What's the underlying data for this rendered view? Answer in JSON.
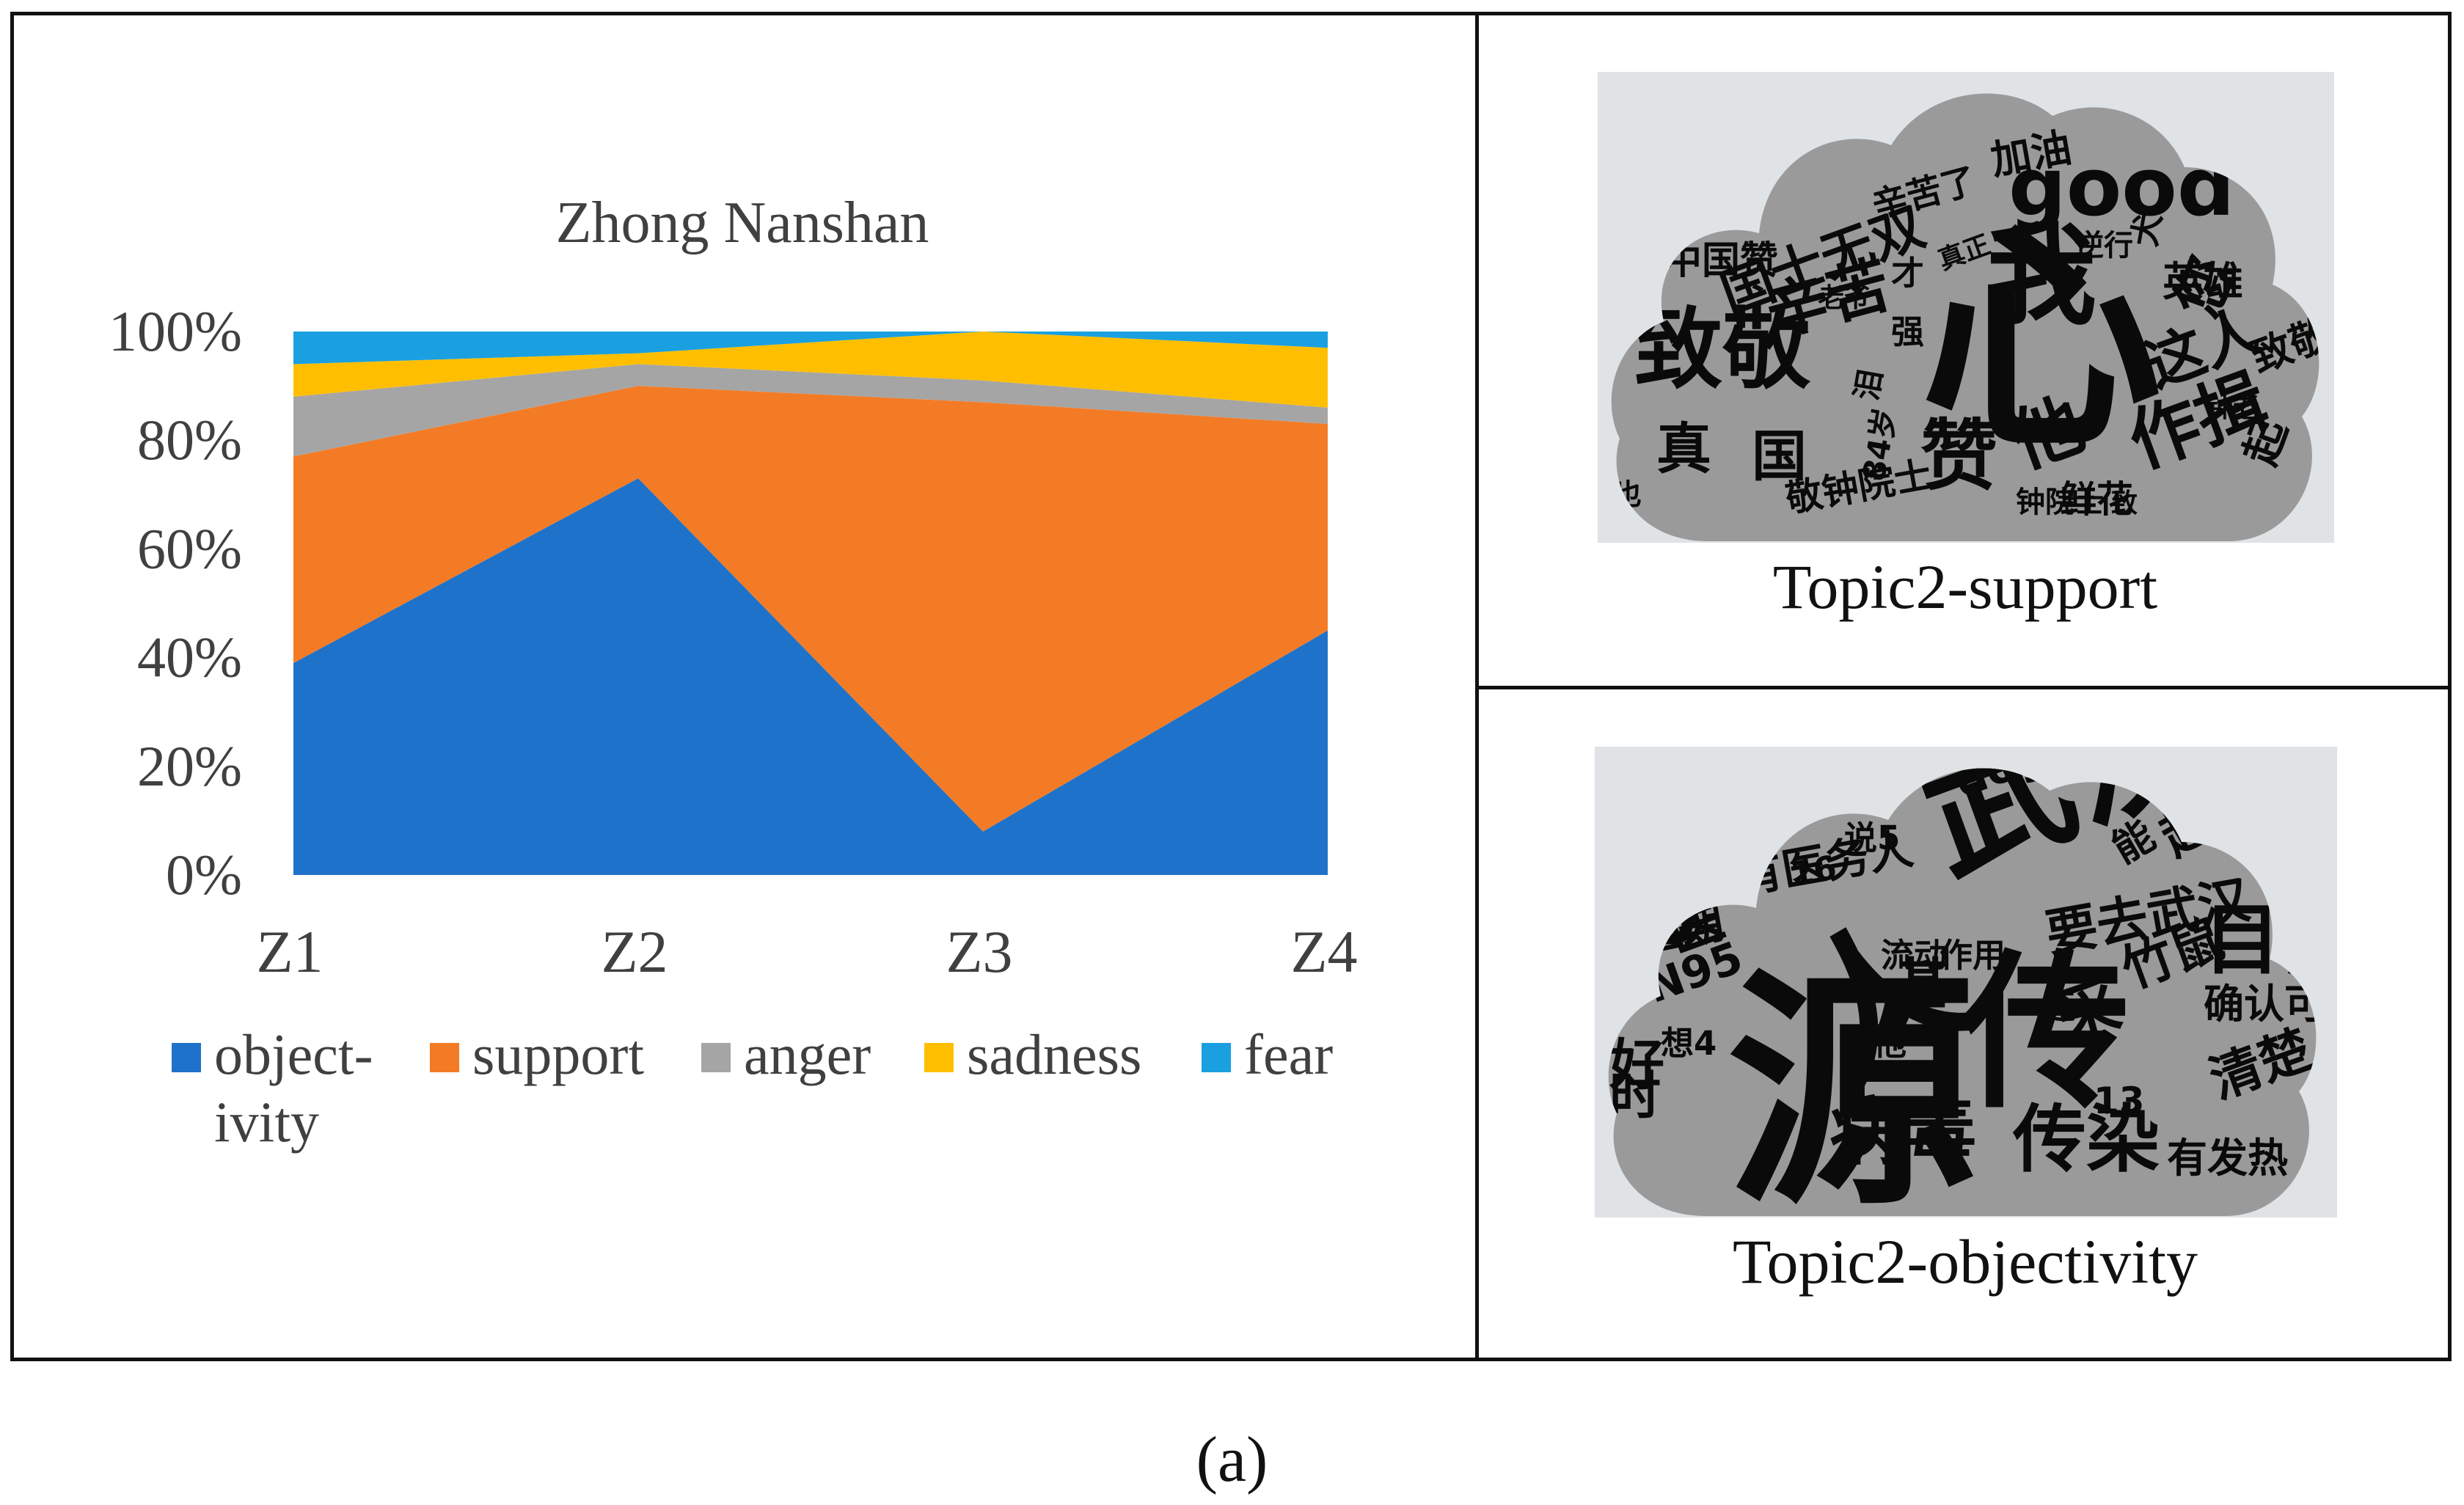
{
  "chart_data": {
    "type": "area",
    "stacked": true,
    "title": "Zhong Nanshan",
    "categories": [
      "Z1",
      "Z2",
      "Z3",
      "Z4"
    ],
    "y_ticks": [
      "0%",
      "20%",
      "40%",
      "60%",
      "80%",
      "100%"
    ],
    "ylim": [
      0,
      100
    ],
    "grid": false,
    "legend_position": "bottom",
    "series": [
      {
        "name": "object-ivity",
        "legend_lines": [
          "object-",
          "ivity"
        ],
        "color": "#1f72c9",
        "values": [
          39,
          73,
          8,
          45
        ]
      },
      {
        "name": "support",
        "legend_lines": [
          "support"
        ],
        "color": "#f47b25",
        "values": [
          38,
          17,
          79,
          38
        ]
      },
      {
        "name": "anger",
        "legend_lines": [
          "anger"
        ],
        "color": "#a5a5a5",
        "values": [
          11,
          4,
          4,
          3
        ]
      },
      {
        "name": "sadness",
        "legend_lines": [
          "sadness"
        ],
        "color": "#ffbf00",
        "values": [
          6,
          2,
          9,
          11
        ]
      },
      {
        "name": "fear",
        "legend_lines": [
          "fear"
        ],
        "color": "#1aa0e0",
        "values": [
          6,
          4,
          0,
          3
        ]
      }
    ]
  },
  "wordclouds": [
    {
      "caption": "Topic2-support",
      "words": [
        "心",
        "我",
        "致敬",
        "good",
        "赞",
        "他",
        "作揖",
        "您",
        "这人",
        "辛苦",
        "国士无双",
        "真",
        "国",
        "敬",
        "加油",
        "中国赞",
        "致敬",
        "英雄",
        "起",
        "鲜花",
        "犬",
        "敬钟院士",
        "辛苦了",
        "逆行",
        "84岁",
        "才",
        "强",
        "泪",
        "钟院士",
        "也",
        "真正",
        "老爷",
        "致",
        "钟老"
      ]
    },
    {
      "caption": "Topic2-objectivity",
      "words": [
        "源",
        "传",
        "人",
        "武汉",
        "病毒",
        "传染",
        "目前",
        "已",
        "医",
        "要去武汉",
        "竹鼠",
        "采",
        "基",
        "起",
        "清楚",
        "好",
        "时",
        "N95",
        "近期",
        "有医务人",
        "doge",
        "但可能",
        "有发热",
        "确认可",
        "流动",
        "作用",
        "还",
        "13",
        "能",
        "想4",
        "说5",
        "16",
        "他"
      ]
    }
  ],
  "figure_label": "(a)"
}
